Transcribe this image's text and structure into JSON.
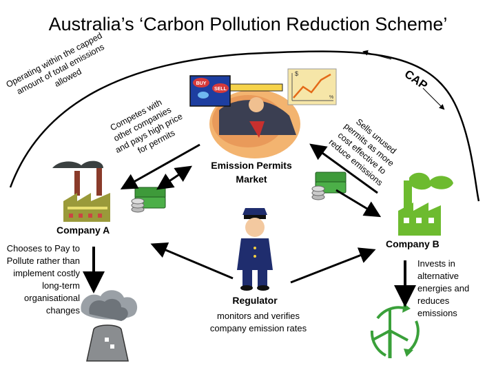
{
  "title": "Australia’s ‘Carbon Pollution Reduction Scheme’",
  "cap": {
    "label": "CAP",
    "note": "Operating within the capped amount of total emissions allowed"
  },
  "market": {
    "label": "Emission Permits Market",
    "chart_symbol": "$",
    "chart_percent": "%",
    "sign_buy": "BUY",
    "sign_sell": "SELL"
  },
  "company_a": {
    "label": "Company A",
    "buy_note": "Competes with other companies and pays high price for permits",
    "outcome": "Chooses to Pay to Pollute rather than implement costly long-term organisational changes"
  },
  "company_b": {
    "label": "Company B",
    "sell_note": "Sells unused permits as more cost effective to reduce emissions",
    "outcome": "Invests in alternative energies and reduces emissions"
  },
  "regulator": {
    "label": "Regulator",
    "note": "monitors and verifies company emission rates"
  },
  "colors": {
    "factory_green": "#6dbb2f",
    "money_green": "#3e9a3a",
    "police_blue": "#1f2d6e",
    "arrow": "#000000"
  }
}
